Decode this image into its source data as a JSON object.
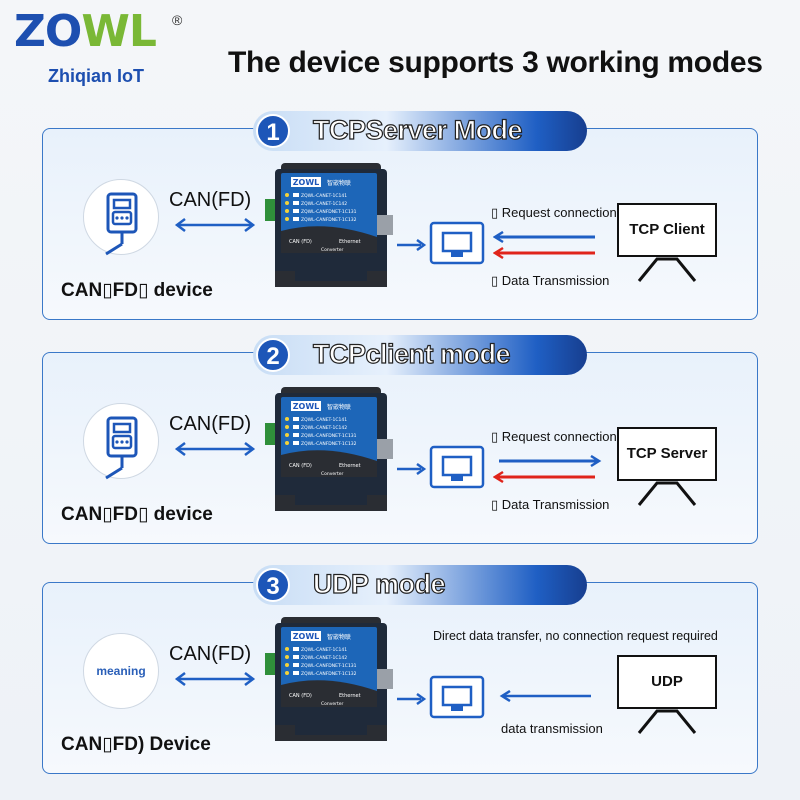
{
  "brand": {
    "logo_letters": [
      "Z",
      "O",
      "W",
      "L"
    ],
    "logo_reg": "®",
    "logo_sub": "Zhiqian IoT"
  },
  "title": "The device supports 3 working modes",
  "gateway": {
    "brand": "ZOWL",
    "brand_cn": "智嵌物联",
    "models": [
      "ZQWL-CANET-1C141",
      "ZQWL-CANET-1C142",
      "ZQWL-CANFDNET-1C131",
      "ZQWL-CANFDNET-1C132"
    ],
    "bottom_left": "CAN (FD)",
    "bottom_right": "Ethernet",
    "bottom_sub": "Converter"
  },
  "modes": [
    {
      "number": "1",
      "title": "TCPServer Mode",
      "can_label": "CAN(FD)",
      "device_label": "CAN\u0000FD\u0000 device",
      "device_label_display": "CAN▯FD▯ device",
      "request_label": "▯ Request connection",
      "data_label": "▯ Data Transmission",
      "peer": "TCP Client"
    },
    {
      "number": "2",
      "title": "TCPclient mode",
      "can_label": "CAN(FD)",
      "device_label_display": "CAN▯FD▯ device",
      "request_label": "▯ Request connection",
      "data_label": "▯ Data Transmission",
      "peer": "TCP Server"
    },
    {
      "number": "3",
      "title": "UDP mode",
      "can_label": "CAN(FD)",
      "device_label_display": "CAN▯FD) Device",
      "icon_text": "meaning",
      "direct_label": "Direct data transfer, no connection request required",
      "data_label": "data transmission",
      "peer": "UDP"
    }
  ],
  "colors": {
    "accent": "#1d56b8",
    "panel_border": "#3a78c8",
    "arrow_blue": "#1f5fc4",
    "arrow_red": "#e0241b",
    "logo_green": "#7ab836"
  }
}
